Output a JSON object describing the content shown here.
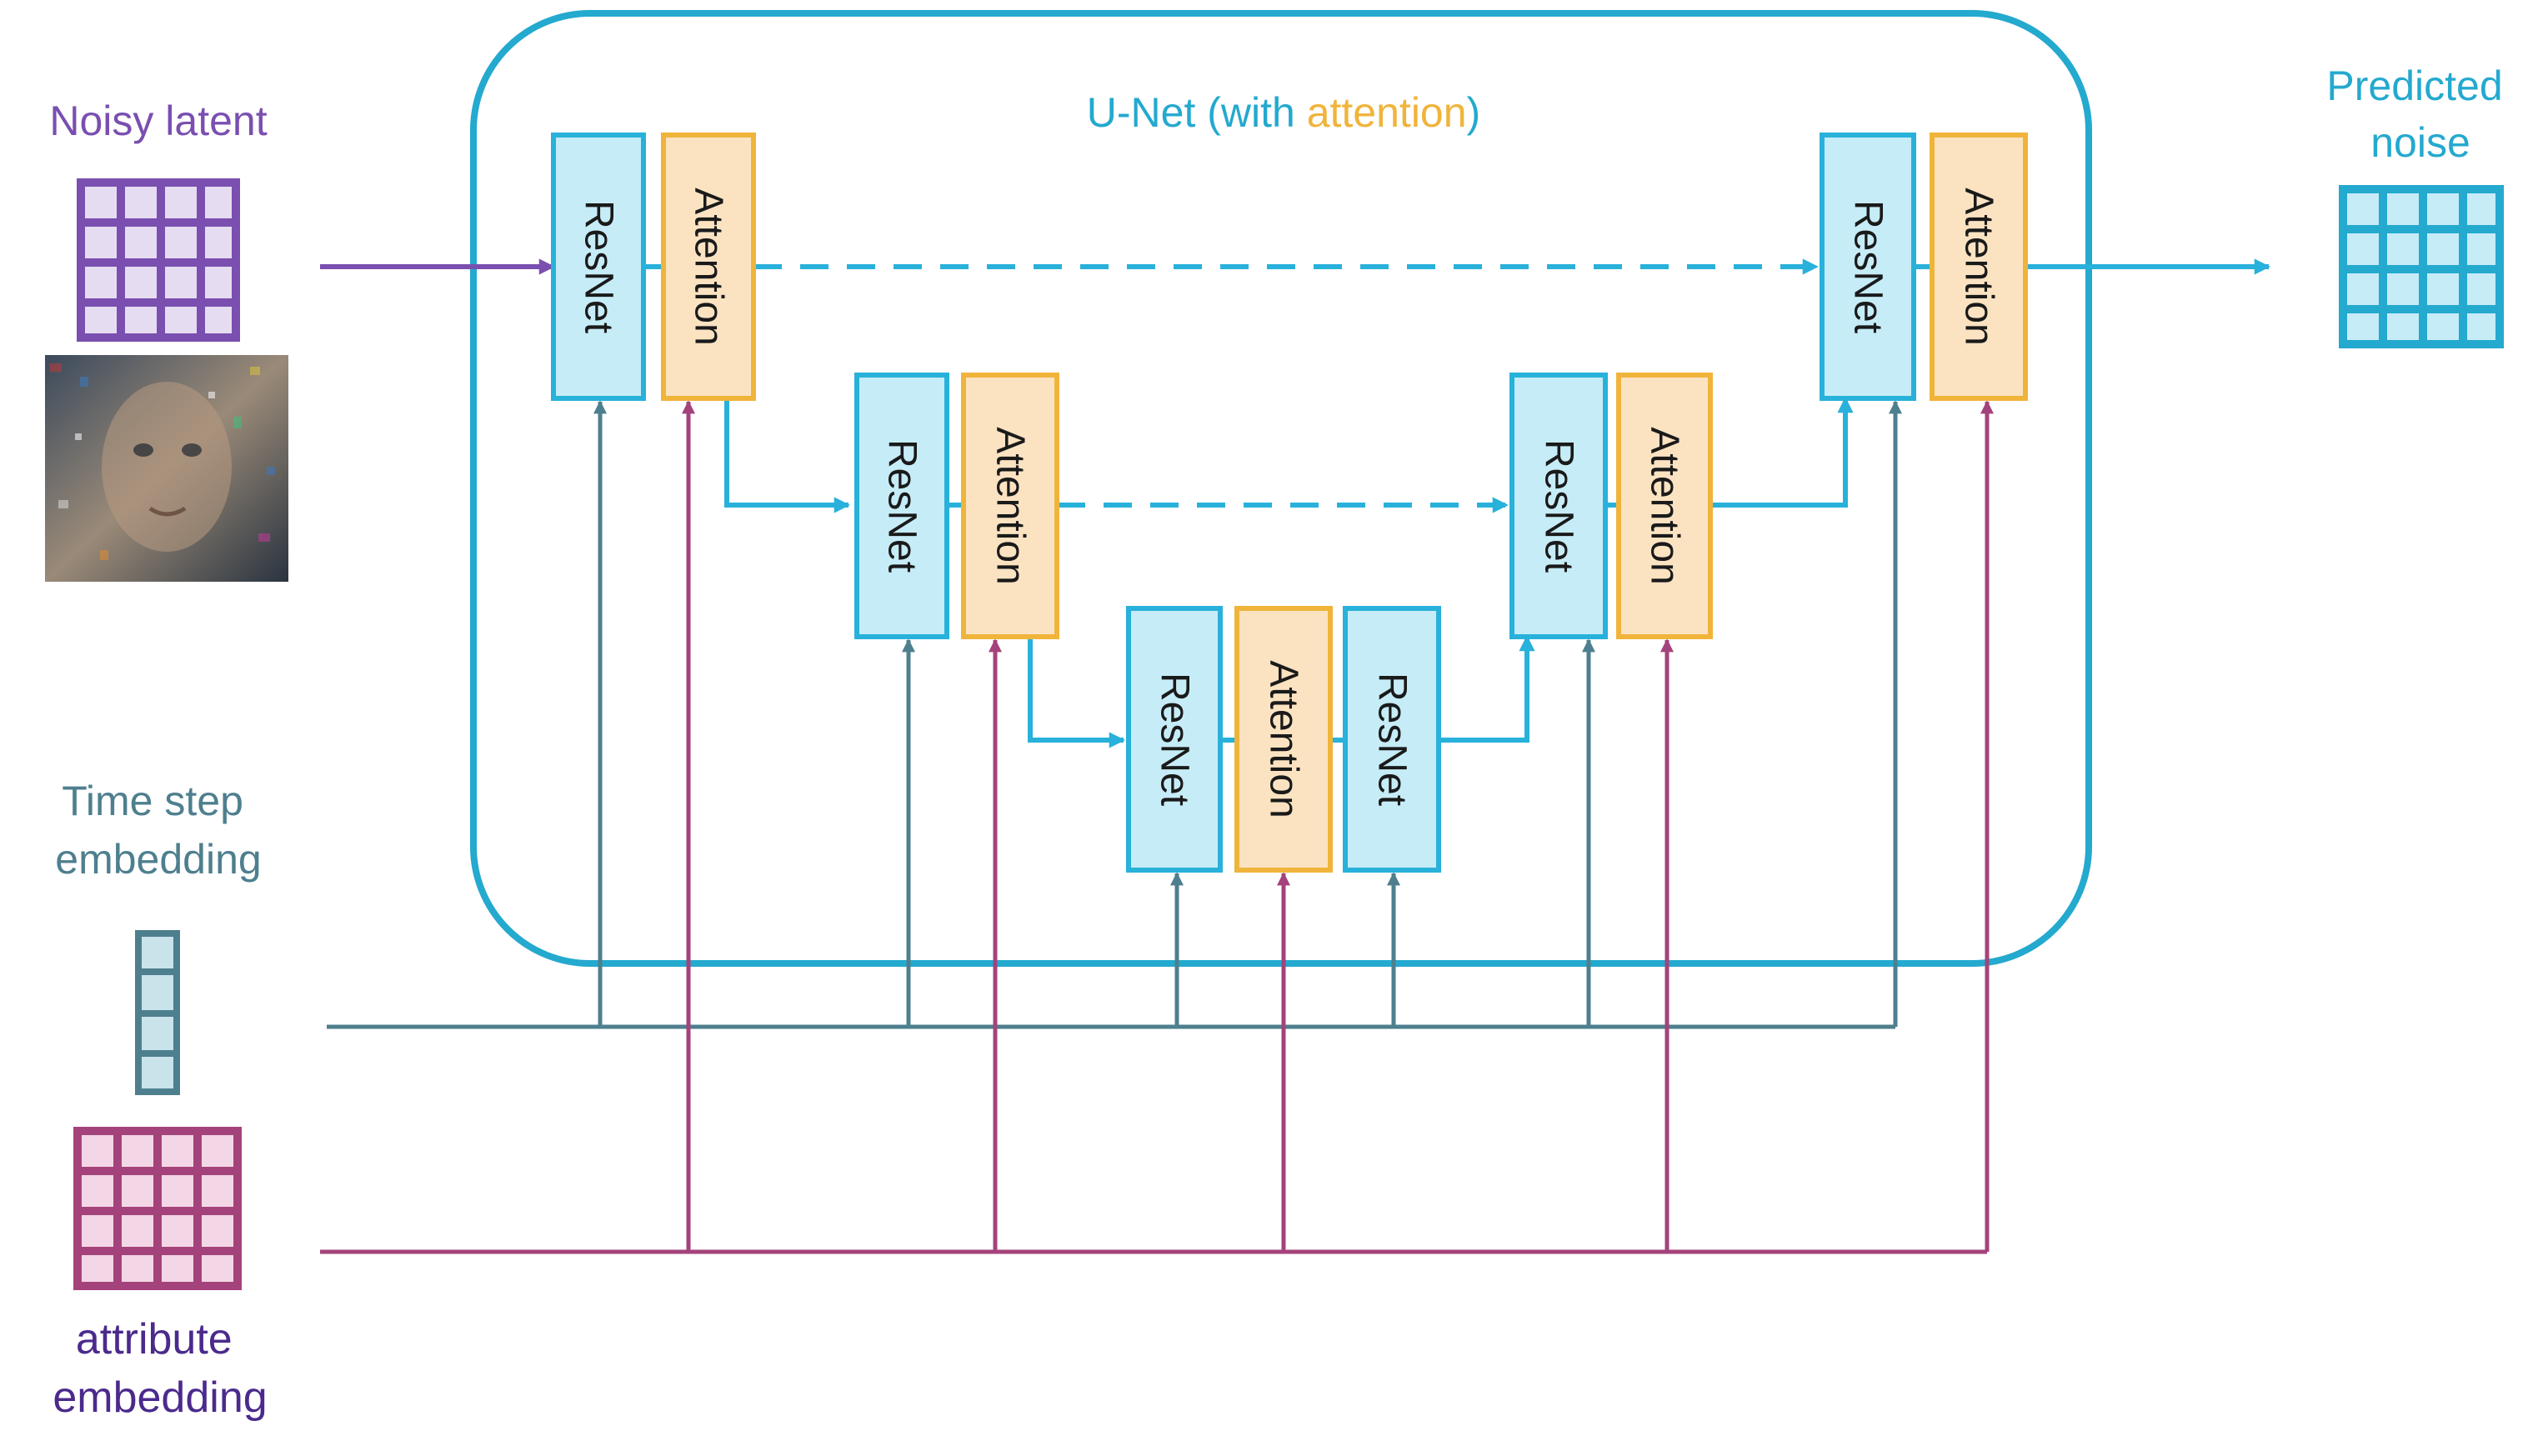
{
  "title": {
    "prefix": "U-Net (with ",
    "highlight": "attention",
    "suffix": ")"
  },
  "inputs": {
    "noisy_latent": "Noisy latent",
    "time_step": [
      "Time step",
      "embedding"
    ],
    "attribute": [
      "attribute",
      "embedding"
    ]
  },
  "output": {
    "label": [
      "Predicted",
      "noise"
    ]
  },
  "blocks": {
    "resnet": "ResNet",
    "attention": "Attention"
  },
  "colors": {
    "unet_border": "#24a9cf",
    "resnet_fill": "#c6ecf7",
    "resnet_border": "#28b1da",
    "attention_fill": "#fbe3c2",
    "attention_border": "#f0b43b",
    "highlight_text": "#f0b43b",
    "noisy_latent": "#7a4fb0",
    "time_step": "#4e7f8e",
    "attribute": "#a4437b",
    "attribute_label": "#4b2a8c",
    "predicted_noise": "#24a9cf",
    "block_text": "#1a1a1a"
  }
}
